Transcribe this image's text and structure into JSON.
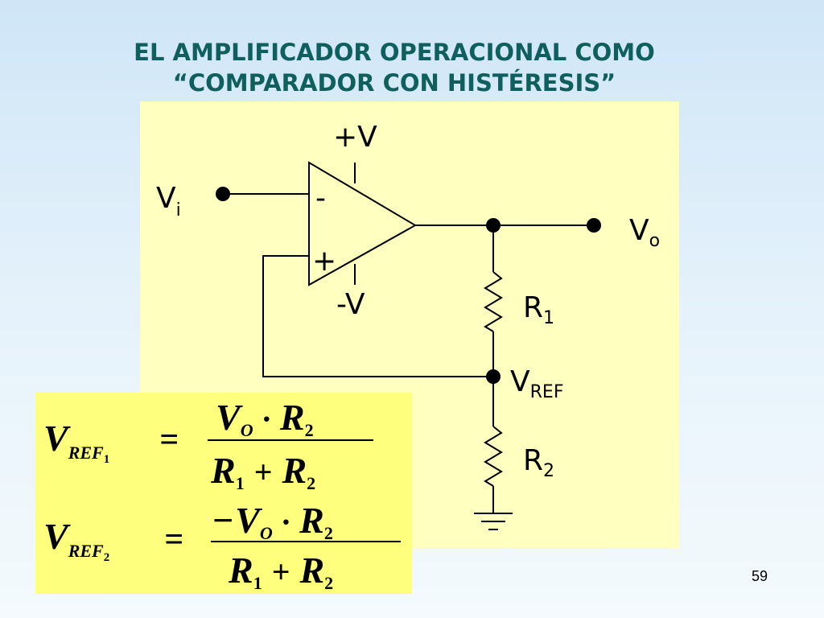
{
  "slide": {
    "title_line1": "EL AMPLIFICADOR OPERACIONAL COMO",
    "title_line2": "“COMPARADOR CON HISTÉRESIS”",
    "page_number": "59"
  },
  "circuit": {
    "supply_pos": "+V",
    "supply_neg": "-V",
    "inverting_sign": "-",
    "noninverting_sign": "+",
    "input_label": "V",
    "input_sub": "i",
    "output_label": "V",
    "output_sub": "o",
    "r1_label": "R",
    "r1_sub": "1",
    "r2_label": "R",
    "r2_sub": "2",
    "vref_label": "V",
    "vref_sub": "REF"
  },
  "formulas": {
    "f1": {
      "lhs": "V",
      "lhs_sub": "REF",
      "lhs_subsub": "1",
      "equals": "=",
      "numerator": "V",
      "numerator_sub": "O",
      "dot": "·",
      "num_r": "R",
      "num_r_sub": "2",
      "den_r1": "R",
      "den_r1_sub": "1",
      "plus": "+",
      "den_r2": "R",
      "den_r2_sub": "2"
    },
    "f2": {
      "lhs": "V",
      "lhs_sub": "REF",
      "lhs_subsub": "2",
      "equals": "=",
      "minus": "−",
      "numerator": "V",
      "numerator_sub": "O",
      "dot": "·",
      "num_r": "R",
      "num_r_sub": "2",
      "den_r1": "R",
      "den_r1_sub": "1",
      "plus": "+",
      "den_r2": "R",
      "den_r2_sub": "2"
    }
  },
  "colors": {
    "title": "#0f5f5f",
    "circuit_panel": "#ffffc0",
    "formula_panel": "#ffff7e"
  }
}
